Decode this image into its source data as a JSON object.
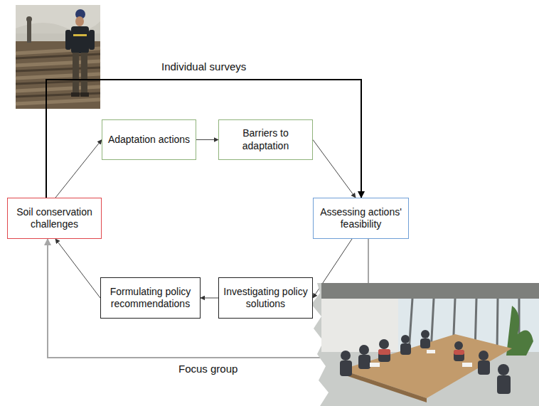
{
  "diagram": {
    "nodes": [
      {
        "text": [
          "Soil conservation challenges"
        ]
      },
      {
        "text": [
          "Adaptation actions"
        ]
      },
      {
        "text": [
          "Barriers to adaptation"
        ]
      },
      {
        "text": [
          "Assessing actions' feasibility"
        ]
      },
      {
        "text": [
          "Investigating policy solutions"
        ]
      },
      {
        "text": [
          "Formulating policy recommendations"
        ]
      }
    ],
    "edges": [
      {
        "from": 0,
        "to": 1,
        "arrow": "to"
      },
      {
        "from": 1,
        "to": 2,
        "arrow": "to"
      },
      {
        "from": 2,
        "to": 3,
        "arrow": "to"
      },
      {
        "from": 3,
        "to": 4,
        "arrow": "to"
      },
      {
        "from": 4,
        "to": 5,
        "arrow": "to"
      },
      {
        "from": 5,
        "to": 0,
        "arrow": "to"
      },
      {
        "from": 0,
        "to": 3,
        "label": "Individual surveys",
        "arrow": "to"
      },
      {
        "from": 3,
        "to": 0,
        "label": "Focus group",
        "arrow": "to"
      }
    ]
  }
}
